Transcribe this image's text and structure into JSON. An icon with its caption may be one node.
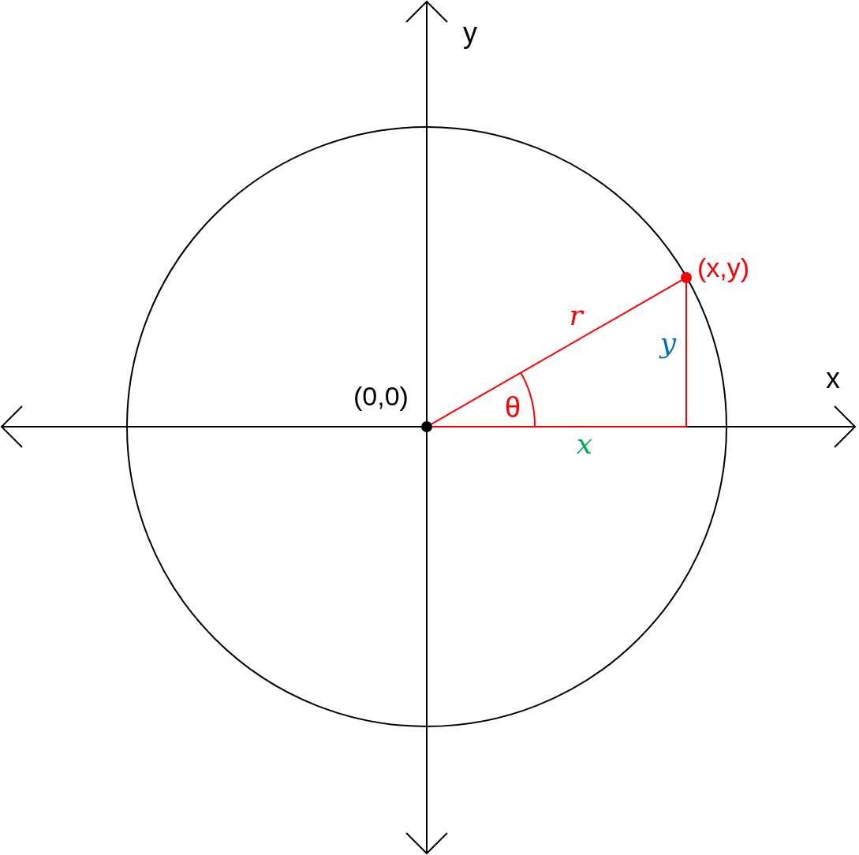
{
  "diagram": {
    "nodes": [
      {
        "text": [],
        "shape": "circle",
        "beside": [
          "(0,0)"
        ]
      },
      {
        "text": [],
        "shape": "circle",
        "beside": [
          "(x,y)"
        ]
      }
    ],
    "edges": [
      {
        "from": 0,
        "to": 1,
        "arrow": "none",
        "label": "r",
        "color": "#ff0000"
      }
    ],
    "labels": [
      "y",
      "y",
      "x",
      "θ",
      "x"
    ]
  }
}
